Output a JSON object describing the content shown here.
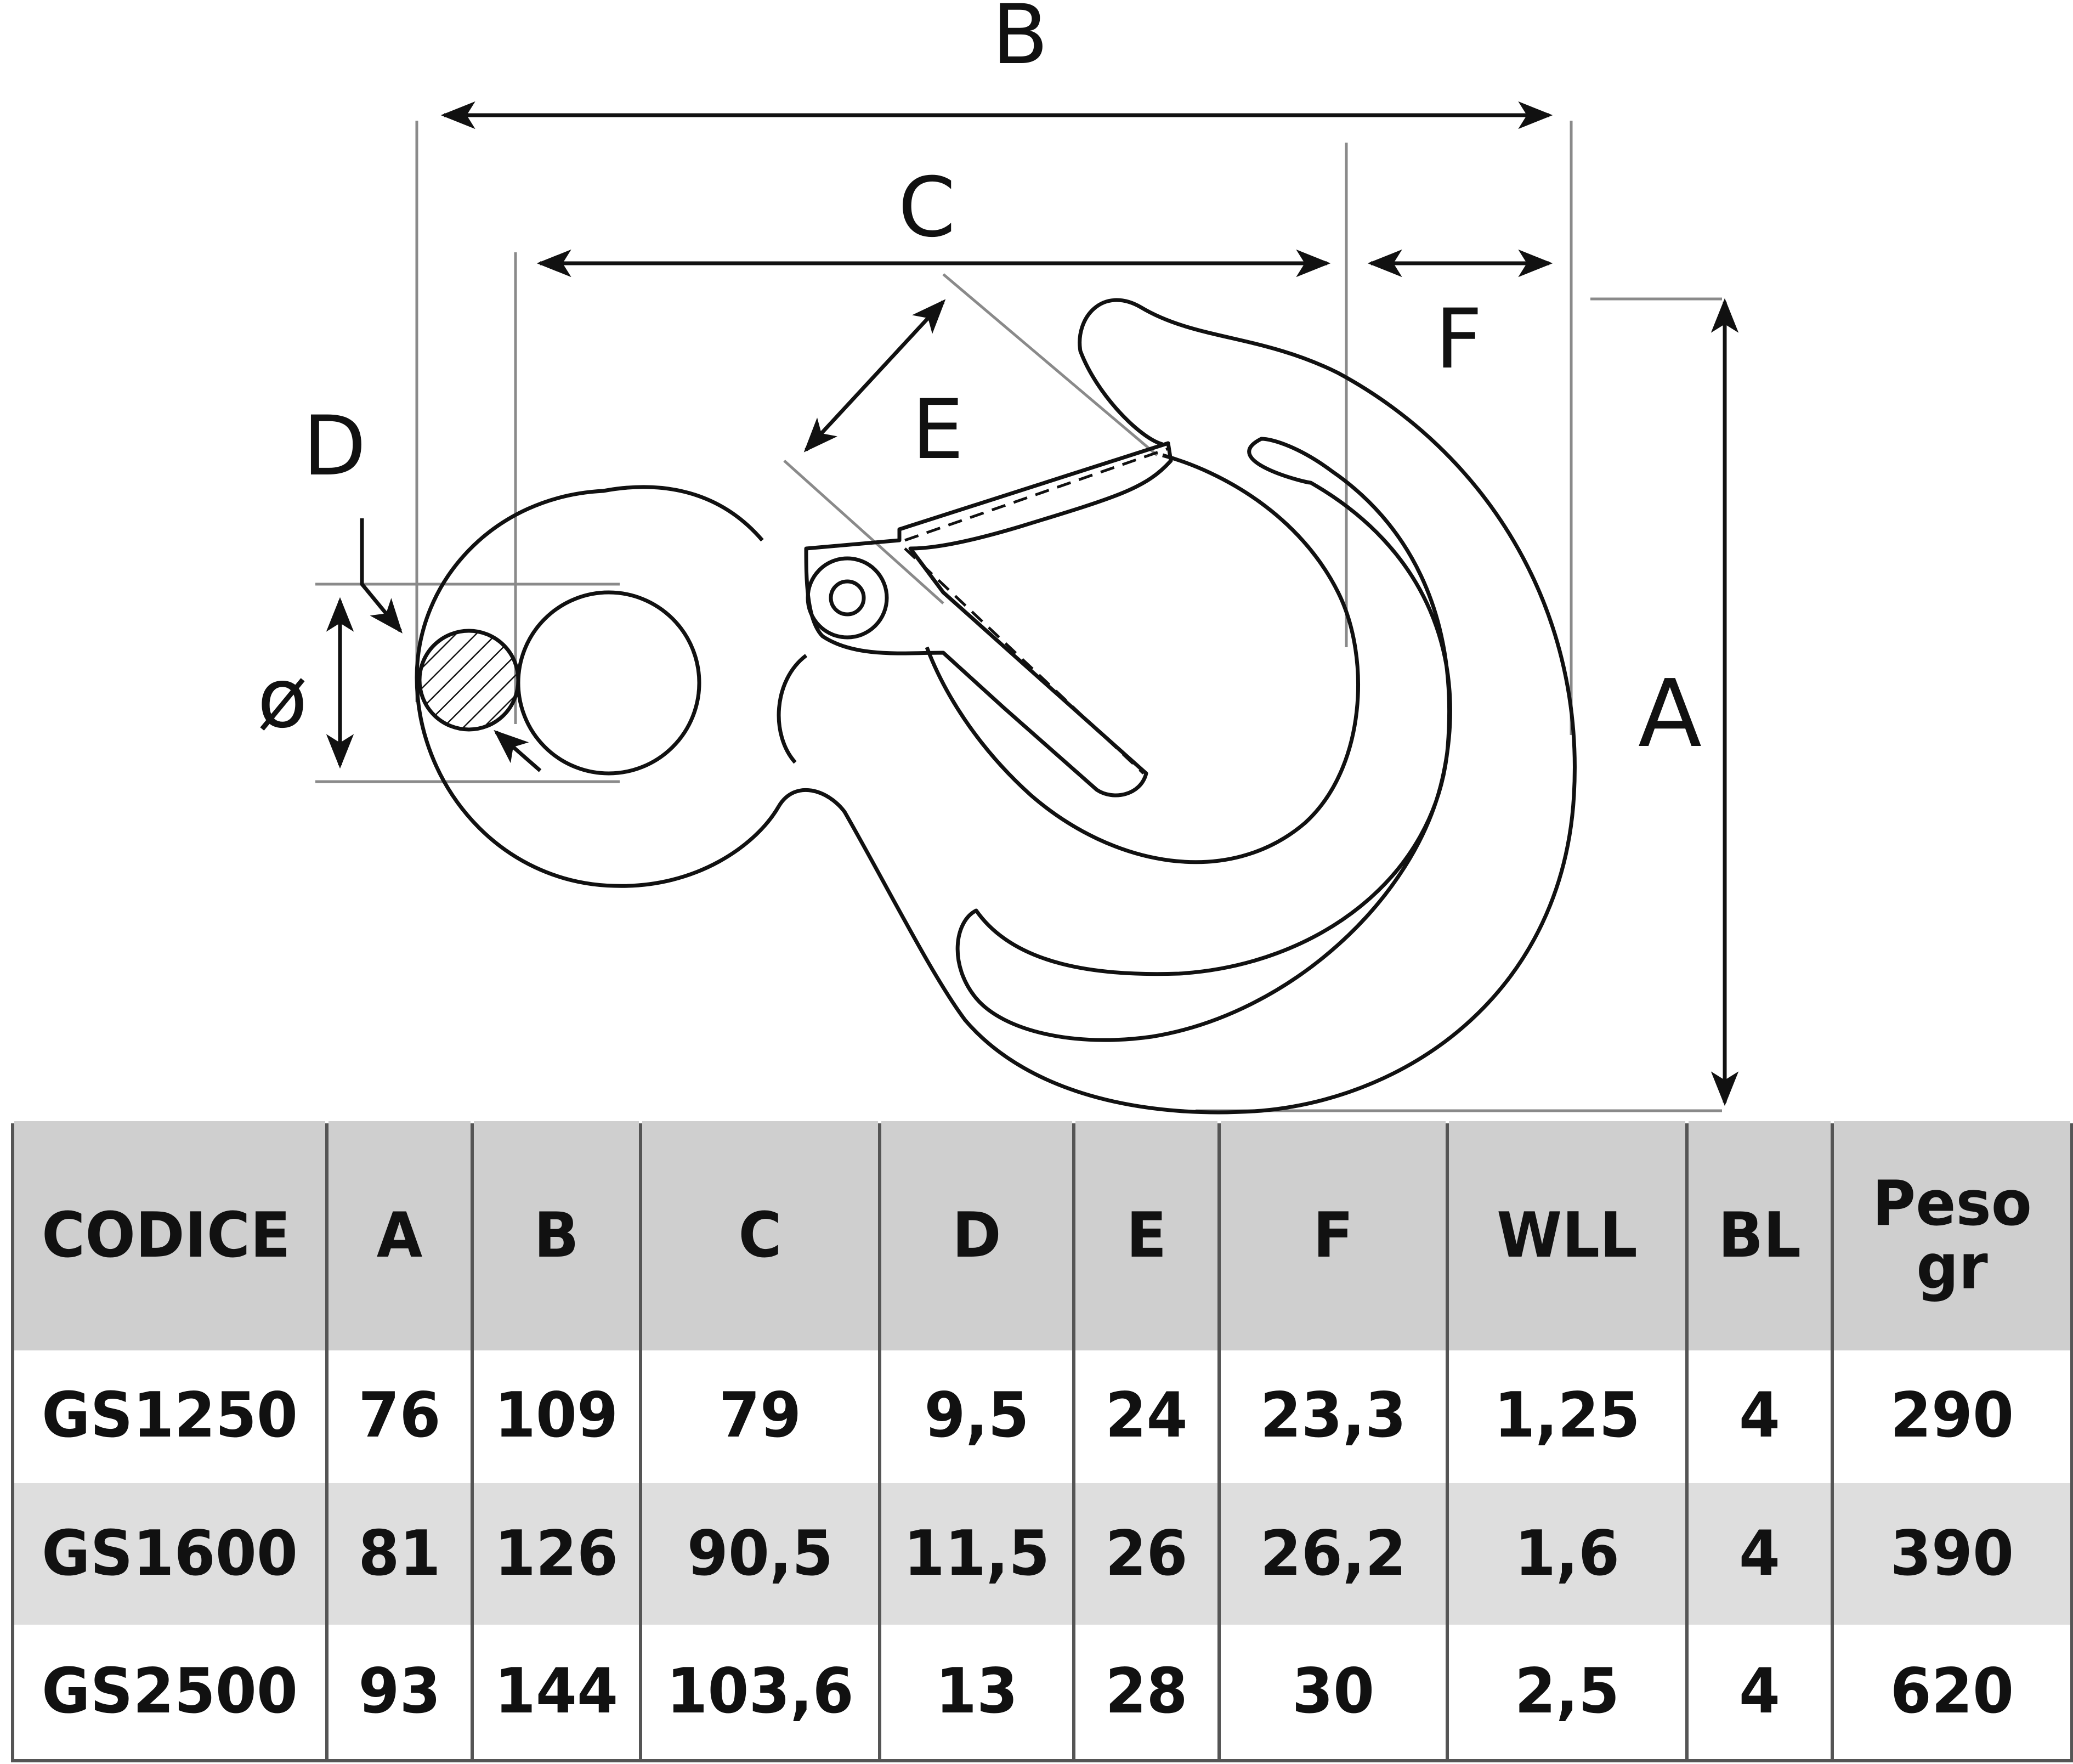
{
  "diagram": {
    "labels": {
      "B": "B",
      "C": "C",
      "F": "F",
      "E": "E",
      "D": "D",
      "A": "A",
      "diameter": "ø"
    },
    "line_color": "#111111",
    "dimension_line_color": "#8a8a8a"
  },
  "table": {
    "header": {
      "codice": "CODICE",
      "a": "A",
      "b": "B",
      "c": "C",
      "d": "D",
      "e": "E",
      "f": "F",
      "wll": "WLL",
      "bl": "BL",
      "peso_line1": "Peso",
      "peso_line2": "gr"
    },
    "rows": [
      {
        "codice": "GS1250",
        "a": "76",
        "b": "109",
        "c": "79",
        "d": "9,5",
        "e": "24",
        "f": "23,3",
        "wll": "1,25",
        "bl": "4",
        "peso": "290"
      },
      {
        "codice": "GS1600",
        "a": "81",
        "b": "126",
        "c": "90,5",
        "d": "11,5",
        "e": "26",
        "f": "26,2",
        "wll": "1,6",
        "bl": "4",
        "peso": "390"
      },
      {
        "codice": "GS2500",
        "a": "93",
        "b": "144",
        "c": "103,6",
        "d": "13",
        "e": "28",
        "f": "30",
        "wll": "2,5",
        "bl": "4",
        "peso": "620"
      }
    ],
    "header_bg": "#cfcfcf",
    "alt_row_bg": "#dedede",
    "border_color": "#555555"
  }
}
